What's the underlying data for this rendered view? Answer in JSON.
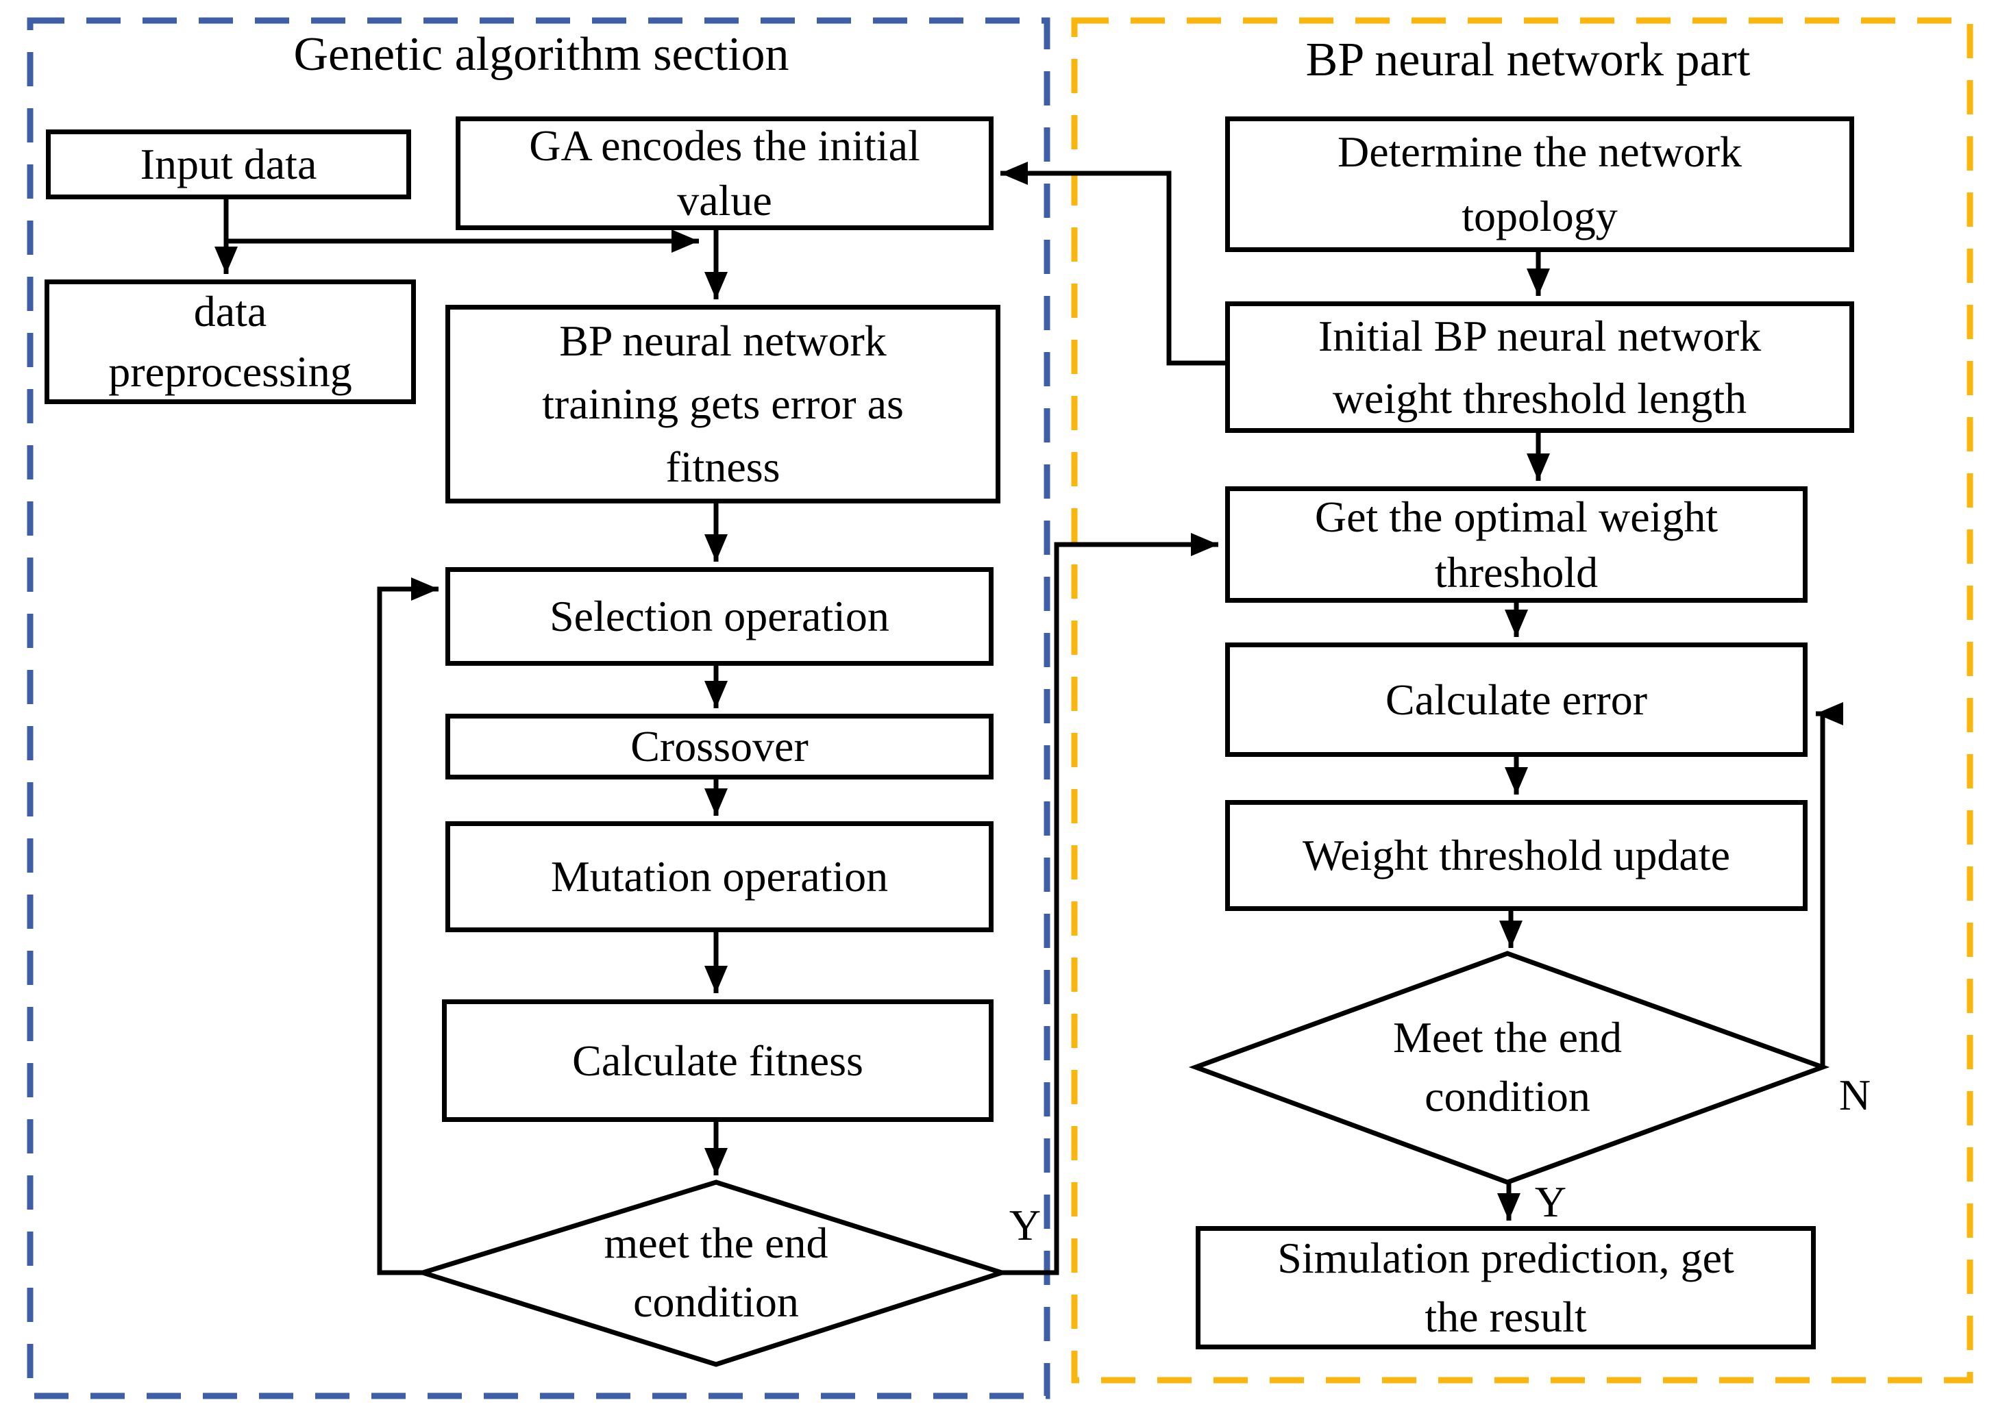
{
  "sections": {
    "ga": {
      "title": "Genetic algorithm section",
      "border_color": "#3E5FA8",
      "nodes": {
        "input_data": {
          "lines": [
            "Input data"
          ]
        },
        "ga_encodes": {
          "lines": [
            "GA encodes the initial",
            "value"
          ]
        },
        "data_preprocessing": {
          "lines": [
            "data",
            "preprocessing"
          ]
        },
        "bp_training": {
          "lines": [
            "BP neural network",
            "training gets error as",
            "fitness"
          ]
        },
        "selection": {
          "lines": [
            "Selection operation"
          ]
        },
        "crossover": {
          "lines": [
            "Crossover"
          ]
        },
        "mutation": {
          "lines": [
            "Mutation operation"
          ]
        },
        "calculate_fitness": {
          "lines": [
            "Calculate fitness"
          ]
        },
        "end_condition": {
          "lines": [
            "meet the end",
            "condition"
          ]
        }
      },
      "labels": {
        "yes": "Y"
      }
    },
    "bp": {
      "title": "BP neural network part",
      "border_color": "#FBB60D",
      "nodes": {
        "determine_topology": {
          "lines": [
            "Determine the network",
            "topology"
          ]
        },
        "initial_weights": {
          "lines": [
            "Initial BP neural network",
            "weight threshold length"
          ]
        },
        "get_optimal": {
          "lines": [
            "Get the optimal weight",
            "threshold"
          ]
        },
        "calculate_error": {
          "lines": [
            "Calculate error"
          ]
        },
        "weight_update": {
          "lines": [
            "Weight threshold update"
          ]
        },
        "end_condition": {
          "lines": [
            "Meet the end",
            "condition"
          ]
        },
        "simulation": {
          "lines": [
            "Simulation prediction, get",
            "the result"
          ]
        }
      },
      "labels": {
        "yes": "Y",
        "no": "N"
      }
    }
  }
}
